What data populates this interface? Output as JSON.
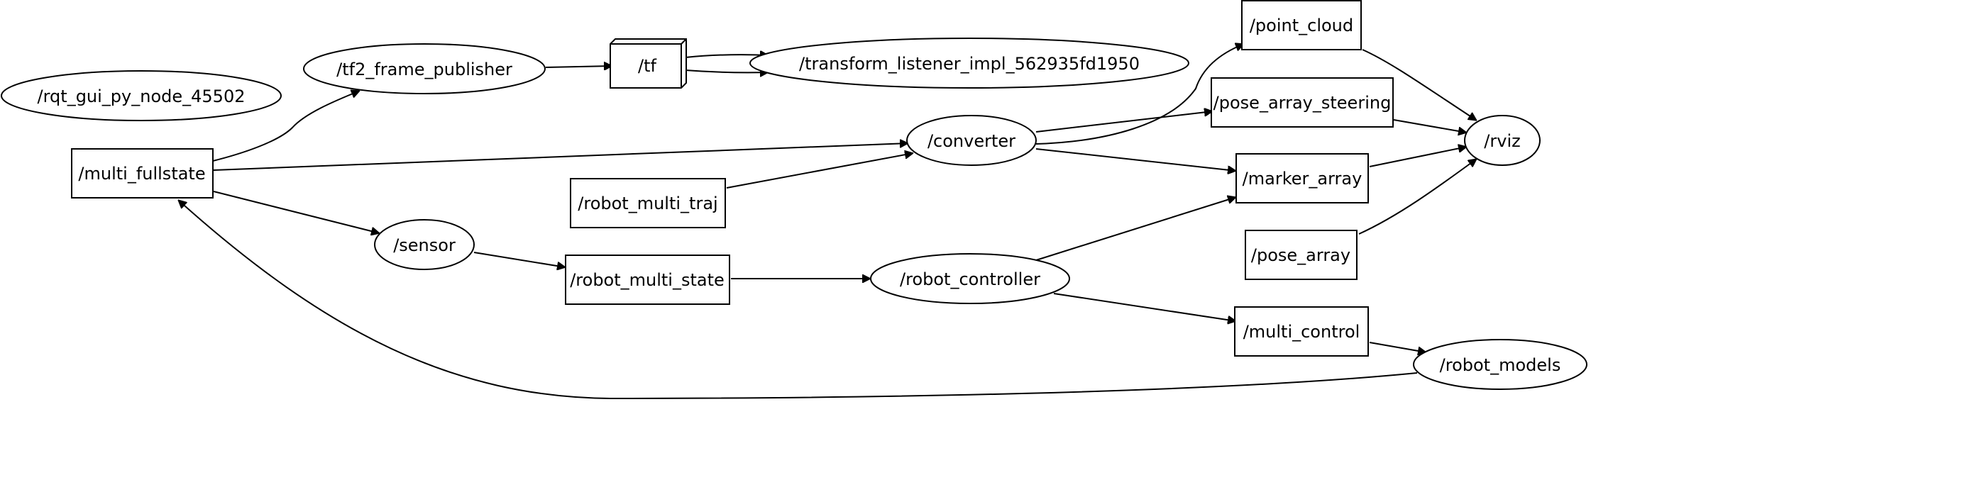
{
  "graph": {
    "nodes": {
      "rqt_gui": "/rqt_gui_py_node_45502",
      "tf2_frame_publisher": "/tf2_frame_publisher",
      "tf": "/tf",
      "transform_listener": "/transform_listener_impl_562935fd1950",
      "point_cloud": "/point_cloud",
      "pose_array_steering": "/pose_array_steering",
      "rviz": "/rviz",
      "converter": "/converter",
      "marker_array": "/marker_array",
      "multi_fullstate": "/multi_fullstate",
      "robot_multi_traj": "/robot_multi_traj",
      "sensor": "/sensor",
      "robot_multi_state": "/robot_multi_state",
      "robot_controller": "/robot_controller",
      "pose_array": "/pose_array",
      "multi_control": "/multi_control",
      "robot_models": "/robot_models"
    },
    "edges": [
      {
        "from": "tf2_frame_publisher",
        "to": "tf"
      },
      {
        "from": "tf",
        "to": "transform_listener"
      },
      {
        "from": "tf",
        "to": "transform_listener"
      },
      {
        "from": "multi_fullstate",
        "to": "tf2_frame_publisher"
      },
      {
        "from": "multi_fullstate",
        "to": "converter"
      },
      {
        "from": "multi_fullstate",
        "to": "sensor"
      },
      {
        "from": "robot_multi_traj",
        "to": "converter"
      },
      {
        "from": "converter",
        "to": "point_cloud"
      },
      {
        "from": "converter",
        "to": "pose_array_steering"
      },
      {
        "from": "converter",
        "to": "marker_array"
      },
      {
        "from": "point_cloud",
        "to": "rviz"
      },
      {
        "from": "pose_array_steering",
        "to": "rviz"
      },
      {
        "from": "marker_array",
        "to": "rviz"
      },
      {
        "from": "pose_array",
        "to": "rviz"
      },
      {
        "from": "sensor",
        "to": "robot_multi_state"
      },
      {
        "from": "robot_multi_state",
        "to": "robot_controller"
      },
      {
        "from": "robot_controller",
        "to": "marker_array"
      },
      {
        "from": "robot_controller",
        "to": "multi_control"
      },
      {
        "from": "multi_control",
        "to": "robot_models"
      },
      {
        "from": "robot_models",
        "to": "multi_fullstate"
      }
    ]
  }
}
